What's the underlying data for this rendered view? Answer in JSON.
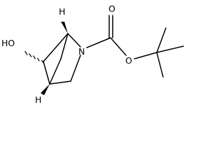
{
  "molecule": {
    "atom_labels": {
      "hydroxyl_oxygen": "HO",
      "bridgehead_top_hydrogen": "H",
      "bridgehead_bottom_hydrogen": "H",
      "ring_nitrogen": "N",
      "carbonyl_oxygen": "O",
      "ester_oxygen": "O"
    }
  },
  "colors": {
    "ink": "#000000",
    "background": "#ffffff"
  }
}
